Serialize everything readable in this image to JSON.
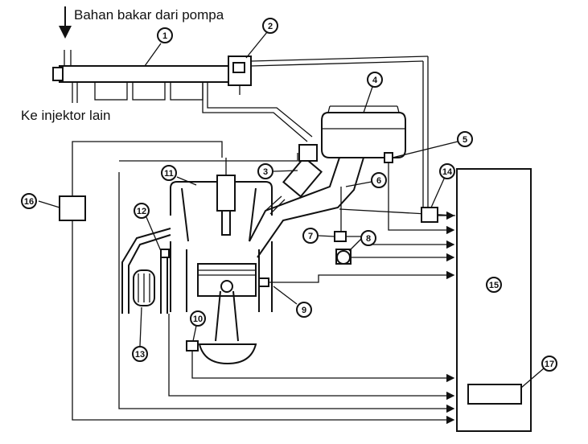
{
  "labels": {
    "fuel_from_pump": "Bahan bakar dari pompa",
    "to_other_injectors": "Ke injektor lain"
  },
  "callouts": [
    "1",
    "2",
    "3",
    "4",
    "5",
    "6",
    "7",
    "8",
    "9",
    "10",
    "11",
    "12",
    "13",
    "14",
    "15",
    "16",
    "17"
  ]
}
